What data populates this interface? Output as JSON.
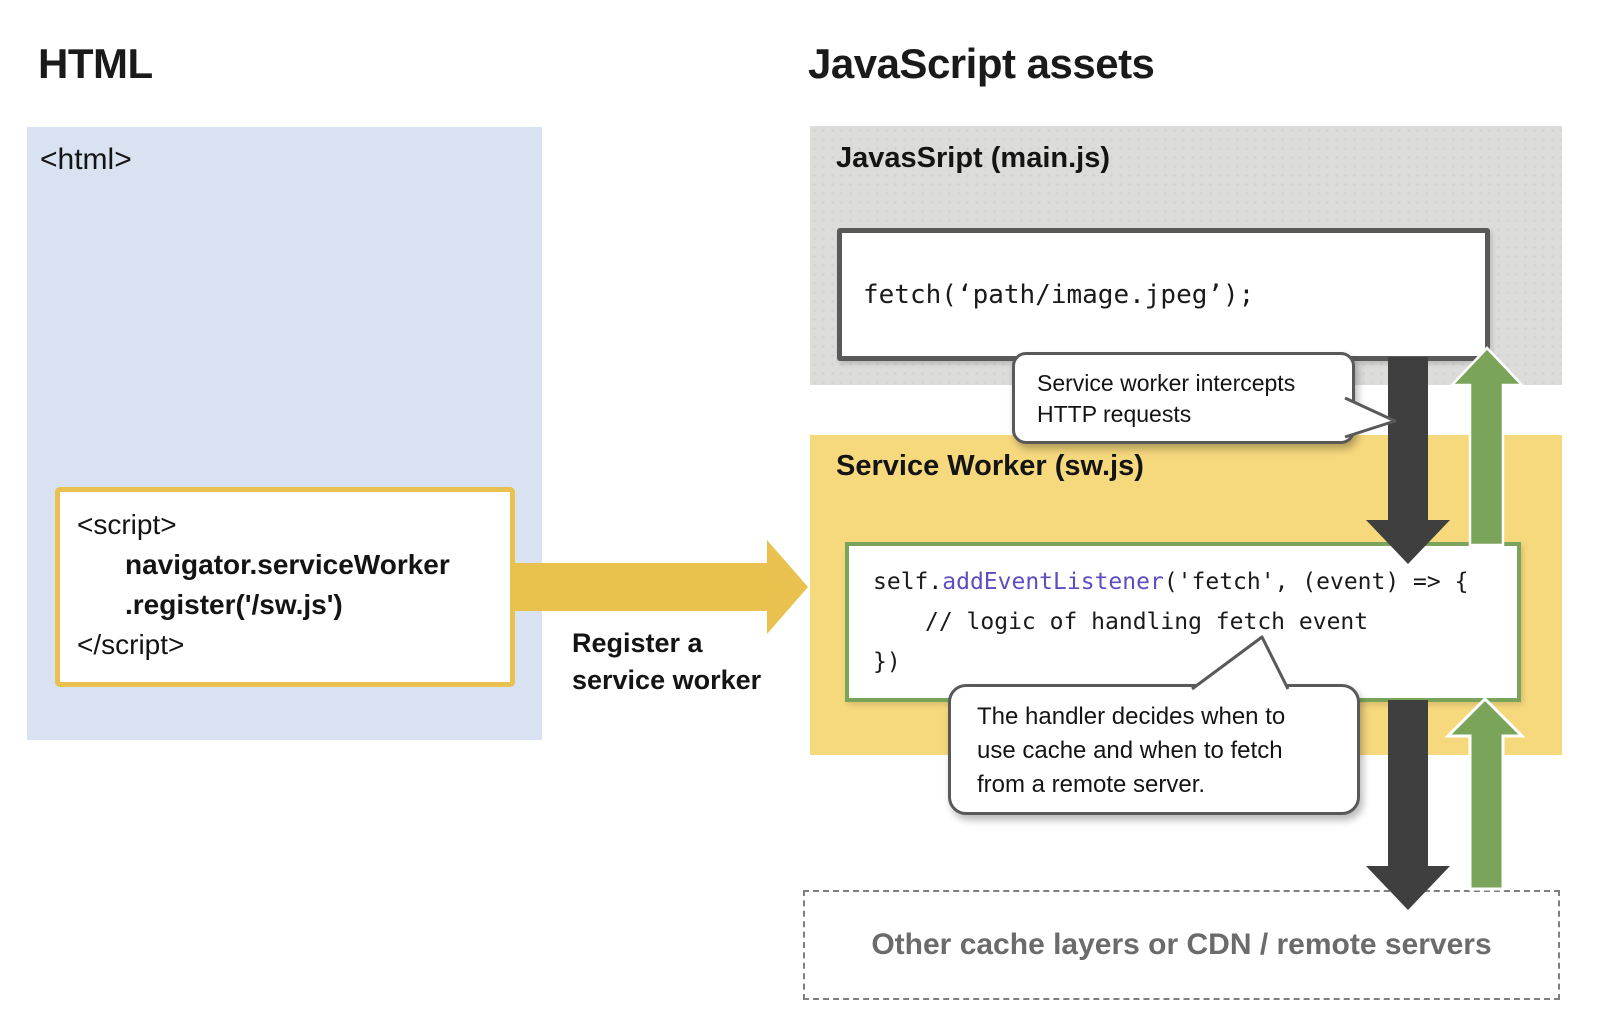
{
  "left": {
    "heading": "HTML",
    "html_tag": "<html>",
    "script_block": {
      "line1": "<script>",
      "line2": "navigator.serviceWorker",
      "line3": ".register('/sw.js')",
      "line4": "</script>"
    },
    "register_label": {
      "line1": "Register a",
      "line2": "service worker"
    }
  },
  "right": {
    "heading": "JavaScript assets",
    "mainjs": {
      "label": "JavasSript (main.js)",
      "code": "fetch(‘path/image.jpeg’);"
    },
    "bubble_intercept": {
      "line1": "Service worker intercepts",
      "line2": "HTTP requests"
    },
    "service_worker": {
      "label": "Service Worker (sw.js)",
      "code_line1_pre": "self.",
      "code_line1_highlight": "addEventListener",
      "code_line1_post": "('fetch', (event) => {",
      "code_line2": "// logic of handling fetch event",
      "code_line3": "})"
    },
    "bubble_handler": {
      "line1": "The handler decides when to",
      "line2": "use cache and when to fetch",
      "line3": "from a remote server."
    },
    "bottom_box": {
      "label": "Other cache layers or CDN / remote servers"
    }
  },
  "colors": {
    "html_box_bg": "#d8e2f0",
    "mainjs_box_bg": "#dcdcda",
    "sw_box_bg": "#f6d87d",
    "yellow_accent": "#e8c14e",
    "green_accent": "#7aa45a",
    "dark_arrow": "#3f3f3f",
    "code_highlight": "#5b4ec2",
    "border_gray": "#595959",
    "muted_text": "#6b6b6b"
  }
}
